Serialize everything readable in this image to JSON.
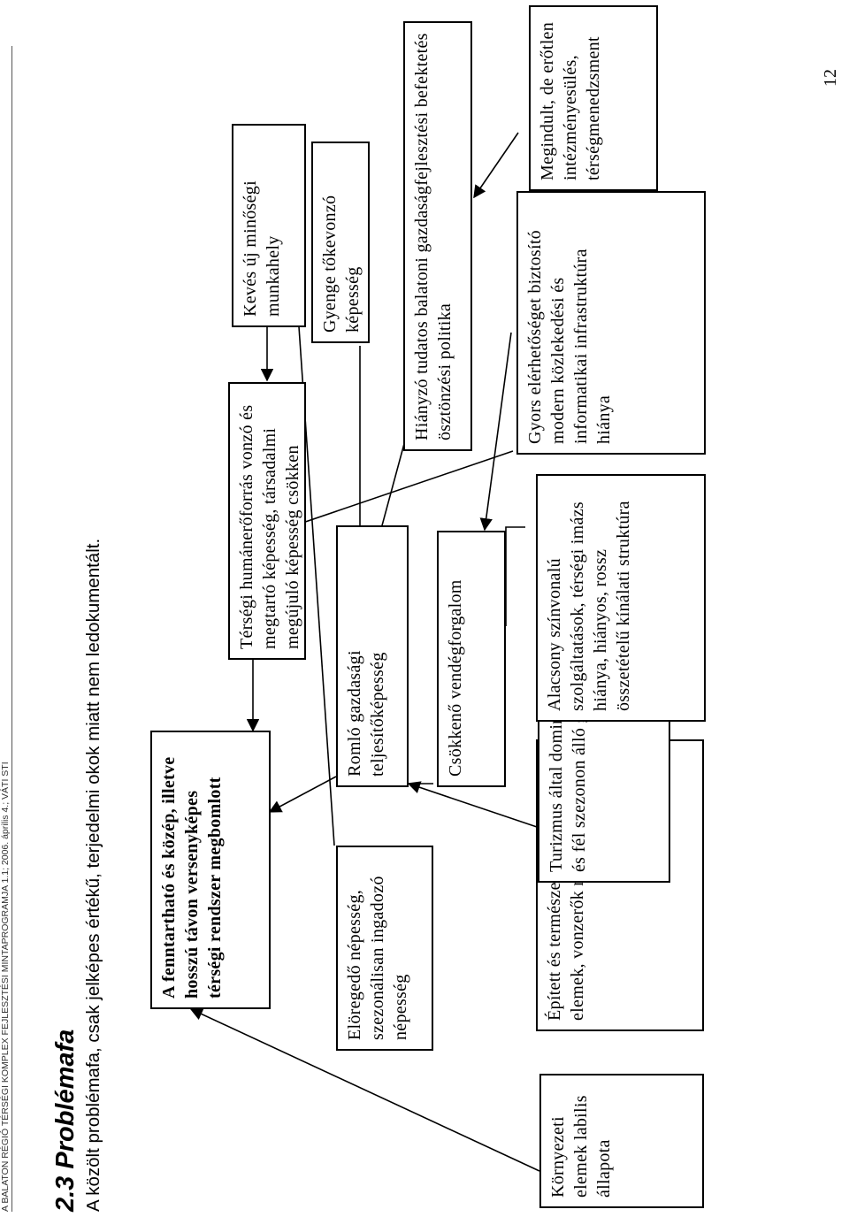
{
  "header": {
    "running_head": "A BALATON RÉGIÓ TÉRSÉGI KOMPLEX FEJLESZTÉSI MINTAPROGRAMJA 1.1; 2006. április 4.; VÁTI STI",
    "section_title": "2.3 Problémafa",
    "intro": "A közölt problémafa, csak jelképes értékű, terjedelmi okok miatt nem ledokumentált."
  },
  "diagram": {
    "boxes": {
      "fenntarthato": "A fenntartható és közép, illetve hosszú távon versenyképes térségi rendszer megbomlott",
      "humaneroforras": "Térségi humánerőforrás vonzó és megtartó képesség, társadalmi megújuló képesség csökken",
      "munkahely": "Kevés új minőségi munkahely",
      "tokevonzo": "Gyenge tőkevonzó képesség",
      "eloregedo": "Elöregedő népesség, szezonálisan ingadozó népesség",
      "romlo": "Romló gazdasági teljesítőképesség",
      "gazdasagfejlesztesi": "Hiányzó tudatos balatoni gazdaságfejlesztési befektetés ösztönzési politika",
      "vendegforgalom": "Csökkenő vendégforgalom",
      "kornyezeti": "Környezeti elemek labilis állapota",
      "epitett": "Épített és természeti környezeti elemek, vonzerők rossz állapota",
      "turizmus": "Turizmus által dominált, fél lábon és fél szezonon álló gazdaság",
      "alacsony": "Alacsony színvonalú szolgáltatások, térségi imázs hiánya, hiányos, rossz összetételű kínálati struktúra",
      "gyors": "Gyors elérhetőséget biztosító modern közlekedési és informatikai infrastruktúra hiánya",
      "megindult": "Megindult, de erőtlen intézményesülés, térségmenedzsment"
    }
  },
  "footer": {
    "page_number": "12"
  }
}
